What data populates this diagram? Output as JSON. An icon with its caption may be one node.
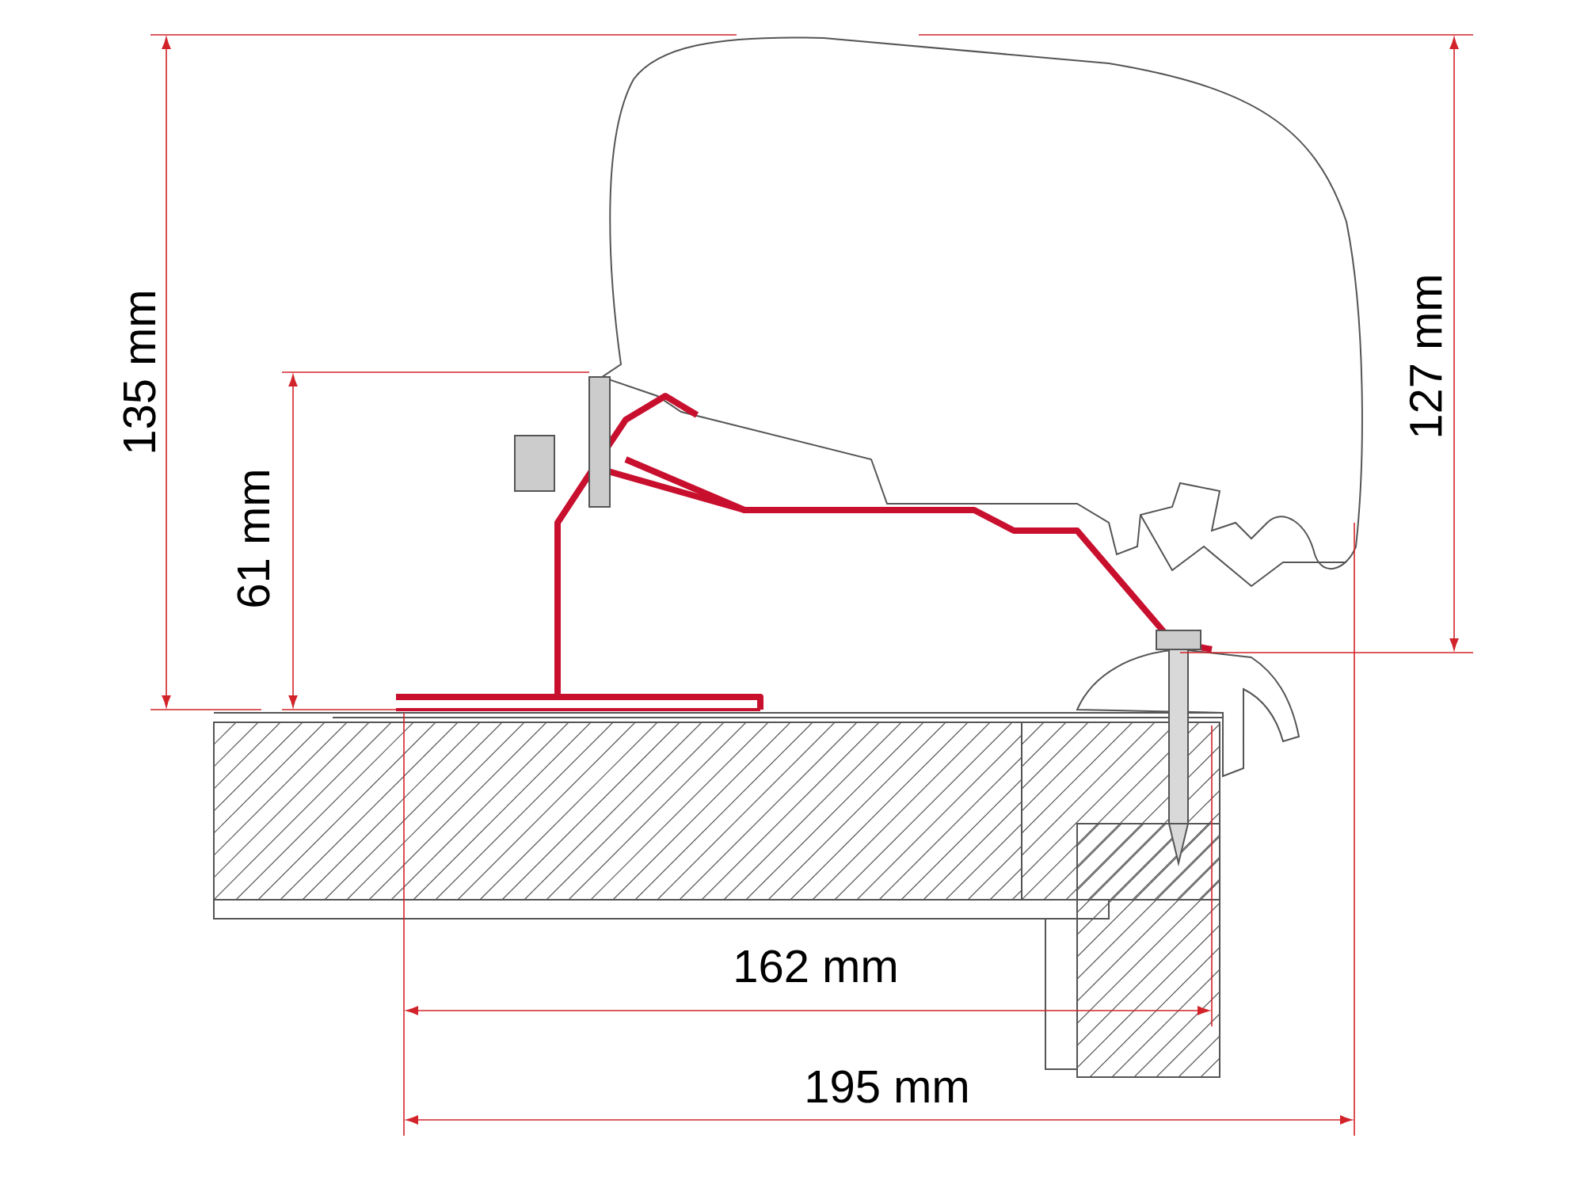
{
  "diagram": {
    "labels": [
      "135 mm",
      "61 mm",
      "127 mm",
      "162 mm",
      "195 mm"
    ]
  }
}
